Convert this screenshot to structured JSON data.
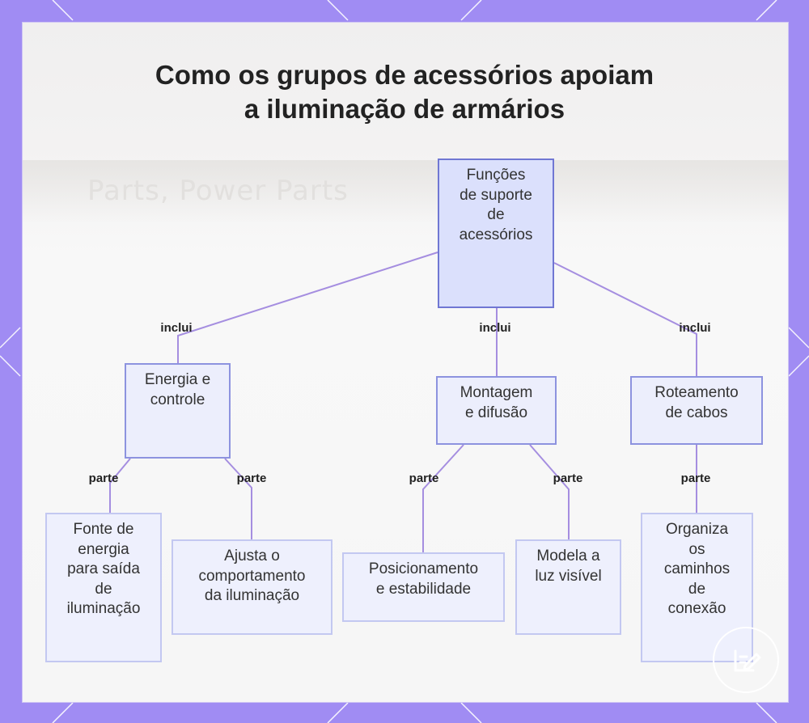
{
  "title": {
    "line1": "Como os grupos de acessórios apoiam",
    "line2": "a iluminação de armários"
  },
  "background_text": "Parts, Power Parts",
  "nodes": {
    "root": {
      "lines": [
        "Funções",
        "de suporte",
        "de",
        "acessórios"
      ]
    },
    "energia": {
      "lines": [
        "Energia e",
        "controle"
      ]
    },
    "montagem": {
      "lines": [
        "Montagem",
        "e difusão"
      ]
    },
    "roteamento": {
      "lines": [
        "Roteamento",
        "de cabos"
      ]
    },
    "fonte": {
      "lines": [
        "Fonte de",
        "energia",
        "para saída",
        "de",
        "iluminação"
      ]
    },
    "ajusta": {
      "lines": [
        "Ajusta o",
        "comportamento",
        "da iluminação"
      ]
    },
    "posicionamento": {
      "lines": [
        "Posicionamento",
        "e estabilidade"
      ]
    },
    "modela": {
      "lines": [
        "Modela a",
        "luz visível"
      ]
    },
    "organiza": {
      "lines": [
        "Organiza",
        "os",
        "caminhos",
        "de",
        "conexão"
      ]
    }
  },
  "edge_labels": {
    "root_energia": "inclui",
    "root_montagem": "inclui",
    "root_roteamento": "inclui",
    "energia_fonte": "parte",
    "energia_ajusta": "parte",
    "montagem_posicionamento": "parte",
    "montagem_modela": "parte",
    "roteamento_organiza": "parte"
  },
  "colors": {
    "background": "#a08cf3",
    "edge": "#a58ee0",
    "root_fill": "#dbe0fc",
    "root_border": "#7077d3",
    "leaf_fill": "#eef0fd",
    "leaf_border": "#c3c8f1"
  },
  "badge_icon": "edit-document-icon"
}
